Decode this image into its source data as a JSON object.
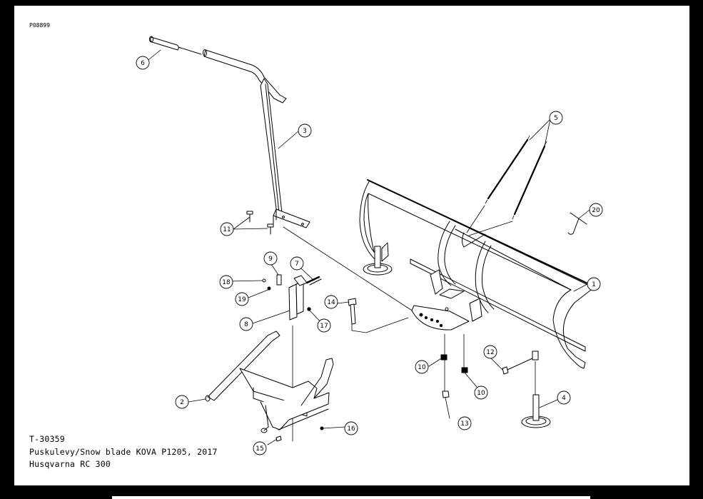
{
  "drawing_id": "P08899",
  "title_block": {
    "code": "T-30359",
    "description": "Puskulevy/Snow blade KOVA P1205, 2017",
    "model": "Husqvarna RC 300"
  },
  "callouts": [
    "1",
    "2",
    "3",
    "4",
    "5",
    "6",
    "7",
    "8",
    "9",
    "10",
    "10",
    "11",
    "12",
    "13",
    "14",
    "15",
    "16",
    "17",
    "18",
    "19",
    "20"
  ],
  "colors": {
    "background": "#000000",
    "paper": "#ffffff",
    "line": "#000000"
  }
}
